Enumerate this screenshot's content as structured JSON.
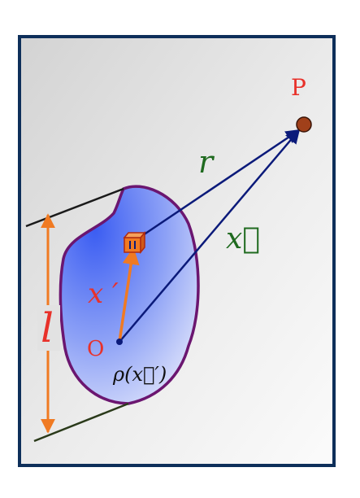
{
  "labels": {
    "point": "P",
    "distance": "r",
    "position_vector": "x⃗",
    "source_vector": "x ′",
    "size": "l",
    "origin": "O",
    "density": "ρ(x⃗′)"
  },
  "colors": {
    "frame": "#0e2f5a",
    "arrow_blue": "#0b1a7a",
    "arrow_orange": "#f07a22",
    "body_edge": "#6b1670",
    "label_red": "#e8312a",
    "label_green": "#1f6a1f",
    "point_fill": "#a0401a"
  },
  "icons": {
    "volume_element": "cube-icon"
  }
}
